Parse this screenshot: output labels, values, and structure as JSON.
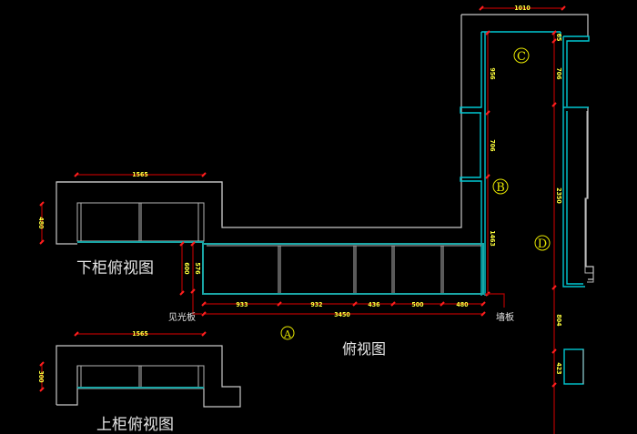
{
  "drawing": {
    "title_main": "俯视图",
    "title_lower_cabinet": "下柜俯视图",
    "title_upper_cabinet": "上柜俯视图",
    "note_light_panel": "见光板",
    "note_wall_panel": "墙板"
  },
  "section_markers": {
    "A": "A",
    "B": "B",
    "C": "C",
    "D": "D"
  },
  "dimensions": {
    "top_width_c": "1010",
    "c_left_height": "956",
    "c_right_top": "65",
    "c_right_height": "706",
    "b_upper": "706",
    "b_lower": "1463",
    "d_total": "2350",
    "d_gap": "804",
    "d_small": "423",
    "lower_cab_width": "1565",
    "lower_cab_depth": "480",
    "lower_panel_600": "600",
    "lower_panel_576": "576",
    "seg_1": "933",
    "seg_2": "932",
    "seg_3": "436",
    "seg_4": "500",
    "seg_5": "480",
    "total_a": "3450",
    "upper_cab_width": "1565",
    "upper_cab_depth": "300"
  },
  "colors": {
    "background": "#000000",
    "wall": "#c8c8c8",
    "cabinet": "#00c8d2",
    "dimension_line": "#b40000",
    "dimension_text": "#ffff3c",
    "marker": "#e6e600"
  }
}
